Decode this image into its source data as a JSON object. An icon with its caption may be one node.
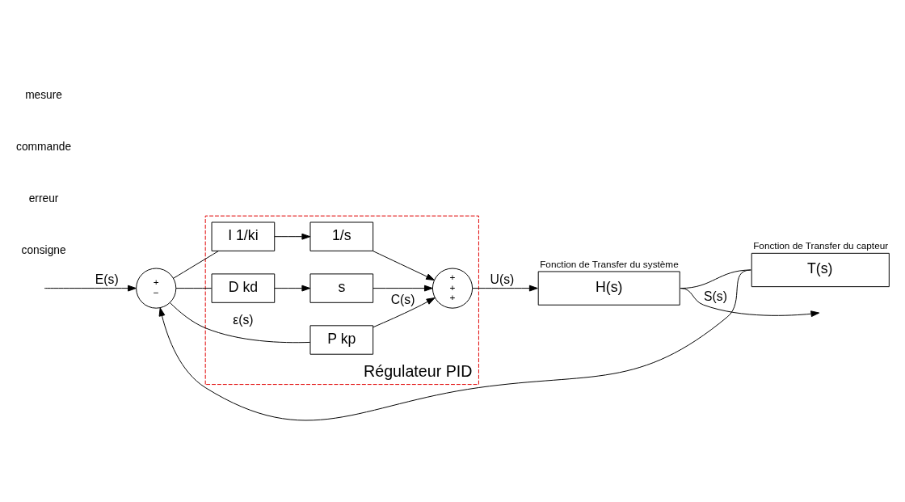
{
  "diagram": {
    "nodes": [
      {
        "text": [
          "Régulateur PID"
        ]
      },
      {
        "text": [
          "+",
          "−"
        ]
      },
      {
        "text": [
          "P kp"
        ],
        "in": 0
      },
      {
        "text": [
          "I 1/ki"
        ],
        "in": 0
      },
      {
        "text": [
          "1/s"
        ],
        "in": 0
      },
      {
        "text": [
          "D kd"
        ],
        "in": 0
      },
      {
        "text": [
          "s"
        ],
        "in": 0
      },
      {
        "text": [
          "+",
          "+",
          "+"
        ],
        "in": 0
      },
      {
        "text": [
          "H(s)"
        ],
        "beside": [
          "Fonction de Transfer du système"
        ]
      },
      {
        "text": [
          "T(s)"
        ],
        "beside": [
          "Fonction de Transfer du capteur"
        ]
      }
    ],
    "edges": [
      {
        "from": null,
        "to": 1,
        "arrow": "to",
        "label": "E(s)"
      },
      {
        "from": 1,
        "to": 2,
        "arrow": "none",
        "label": "ε(s)"
      },
      {
        "from": 1,
        "to": 3,
        "arrow": "none"
      },
      {
        "from": 1,
        "to": 5,
        "arrow": "none"
      },
      {
        "from": 2,
        "to": 7,
        "arrow": "to",
        "label": "C(s)"
      },
      {
        "from": 3,
        "to": 4,
        "arrow": "to"
      },
      {
        "from": 4,
        "to": 7,
        "arrow": "to"
      },
      {
        "from": 5,
        "to": 6,
        "arrow": "to"
      },
      {
        "from": 6,
        "to": 7,
        "arrow": "to"
      },
      {
        "from": 7,
        "to": 8,
        "arrow": "to",
        "label": "U(s)"
      },
      {
        "from": 8,
        "to": null,
        "arrow": "to",
        "label": "S(s)"
      },
      {
        "from": 8,
        "to": 9,
        "arrow": "none"
      },
      {
        "from": 9,
        "to": 1,
        "arrow": "to"
      }
    ],
    "labels": [
      "consigne",
      "erreur",
      "commande",
      "mesure"
    ]
  }
}
